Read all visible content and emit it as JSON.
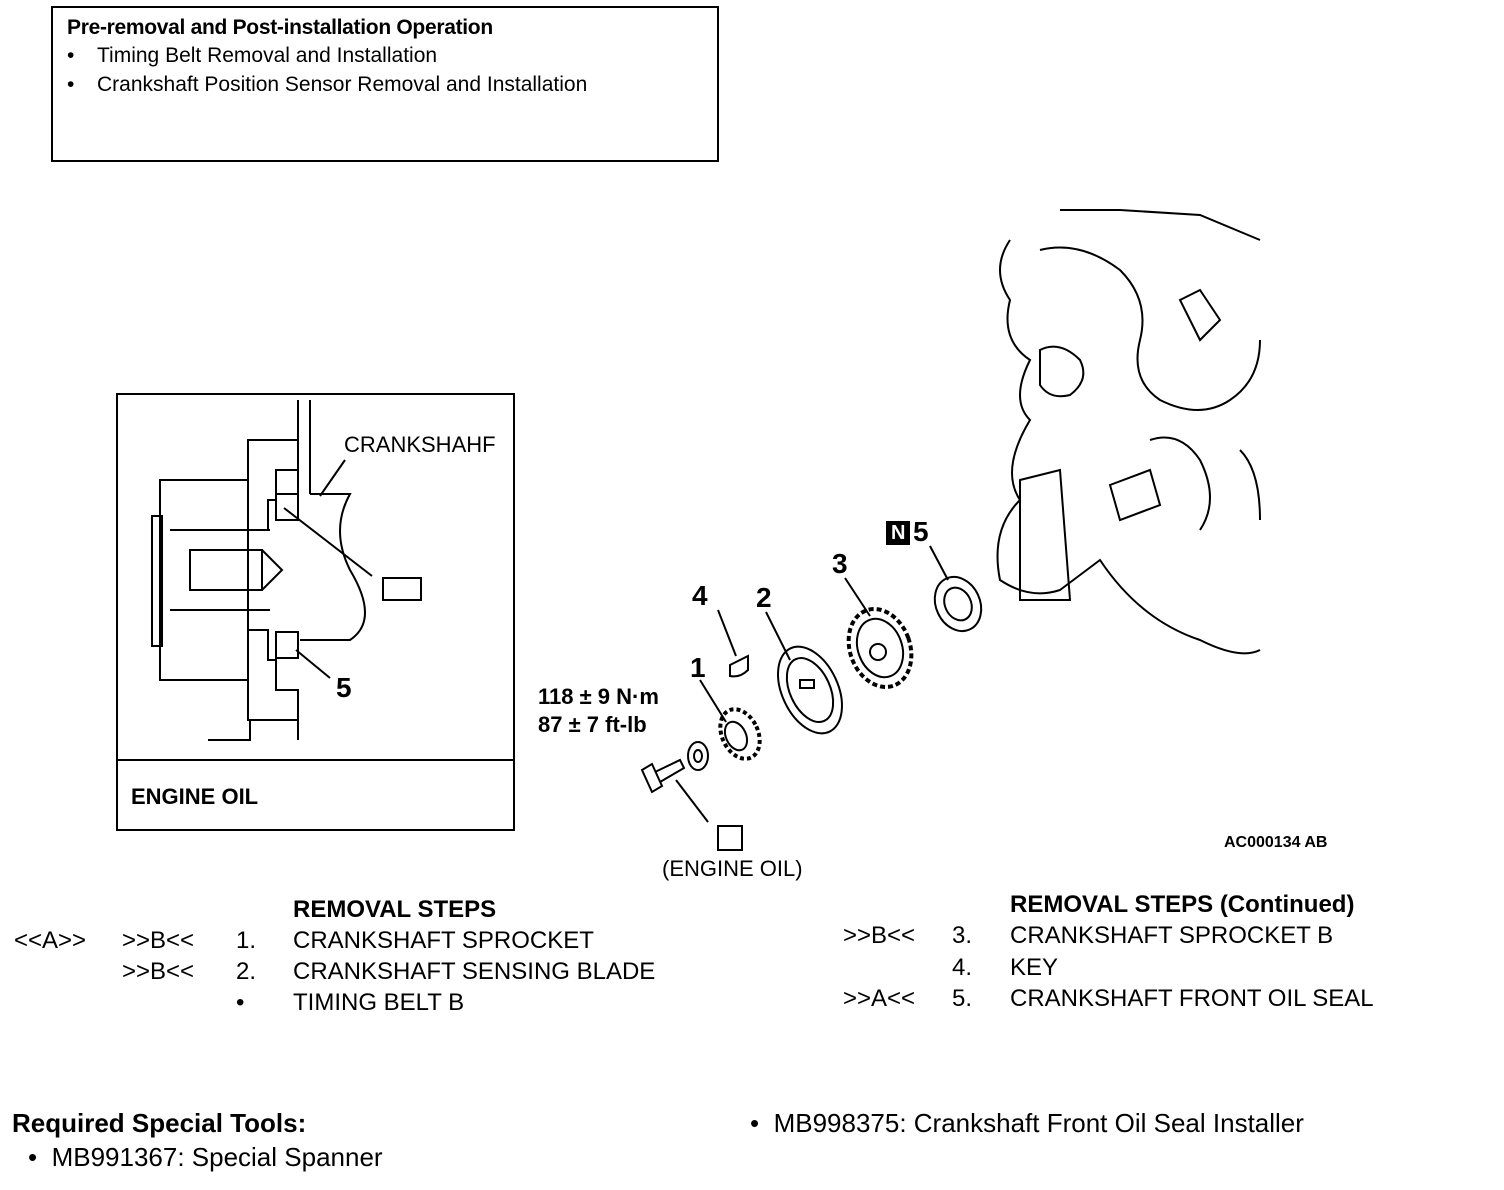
{
  "pre_op": {
    "title": "Pre-removal and Post-installation Operation",
    "items": [
      "Timing Belt Removal and Installation",
      "Crankshaft Position Sensor Removal and Installation"
    ]
  },
  "diagram": {
    "inset_label": "CRANKSHAHF",
    "inset_callout": "5",
    "inset_footer": "ENGINE OIL",
    "callouts": [
      "1",
      "2",
      "3",
      "4",
      "5"
    ],
    "new_part_badge": "N",
    "torque_nm": "118 ± 9 N·m",
    "torque_ftlb": "87 ± 7 ft-lb",
    "engine_oil_note": "(ENGINE OIL)",
    "figure_id": "AC000134 AB"
  },
  "removal_steps": {
    "title": "REMOVAL STEPS",
    "rows": [
      {
        "ref_a": "<<A>>",
        "ref_b": ">>B<<",
        "num": "1.",
        "text": "CRANKSHAFT SPROCKET"
      },
      {
        "ref_a": "",
        "ref_b": ">>B<<",
        "num": "2.",
        "text": "CRANKSHAFT SENSING BLADE"
      },
      {
        "ref_a": "",
        "ref_b": "",
        "num": "•",
        "text": "TIMING BELT B"
      }
    ]
  },
  "removal_steps_continued": {
    "title": "REMOVAL STEPS (Continued)",
    "rows": [
      {
        "ref": ">>B<<",
        "num": "3.",
        "text": "CRANKSHAFT SPROCKET B"
      },
      {
        "ref": "",
        "num": "4.",
        "text": "KEY"
      },
      {
        "ref": ">>A<<",
        "num": "5.",
        "text": "CRANKSHAFT FRONT OIL SEAL"
      }
    ]
  },
  "special_tools": {
    "title": "Required Special Tools:",
    "items": [
      "MB991367: Special Spanner",
      "MB998375: Crankshaft Front Oil Seal Installer"
    ]
  }
}
